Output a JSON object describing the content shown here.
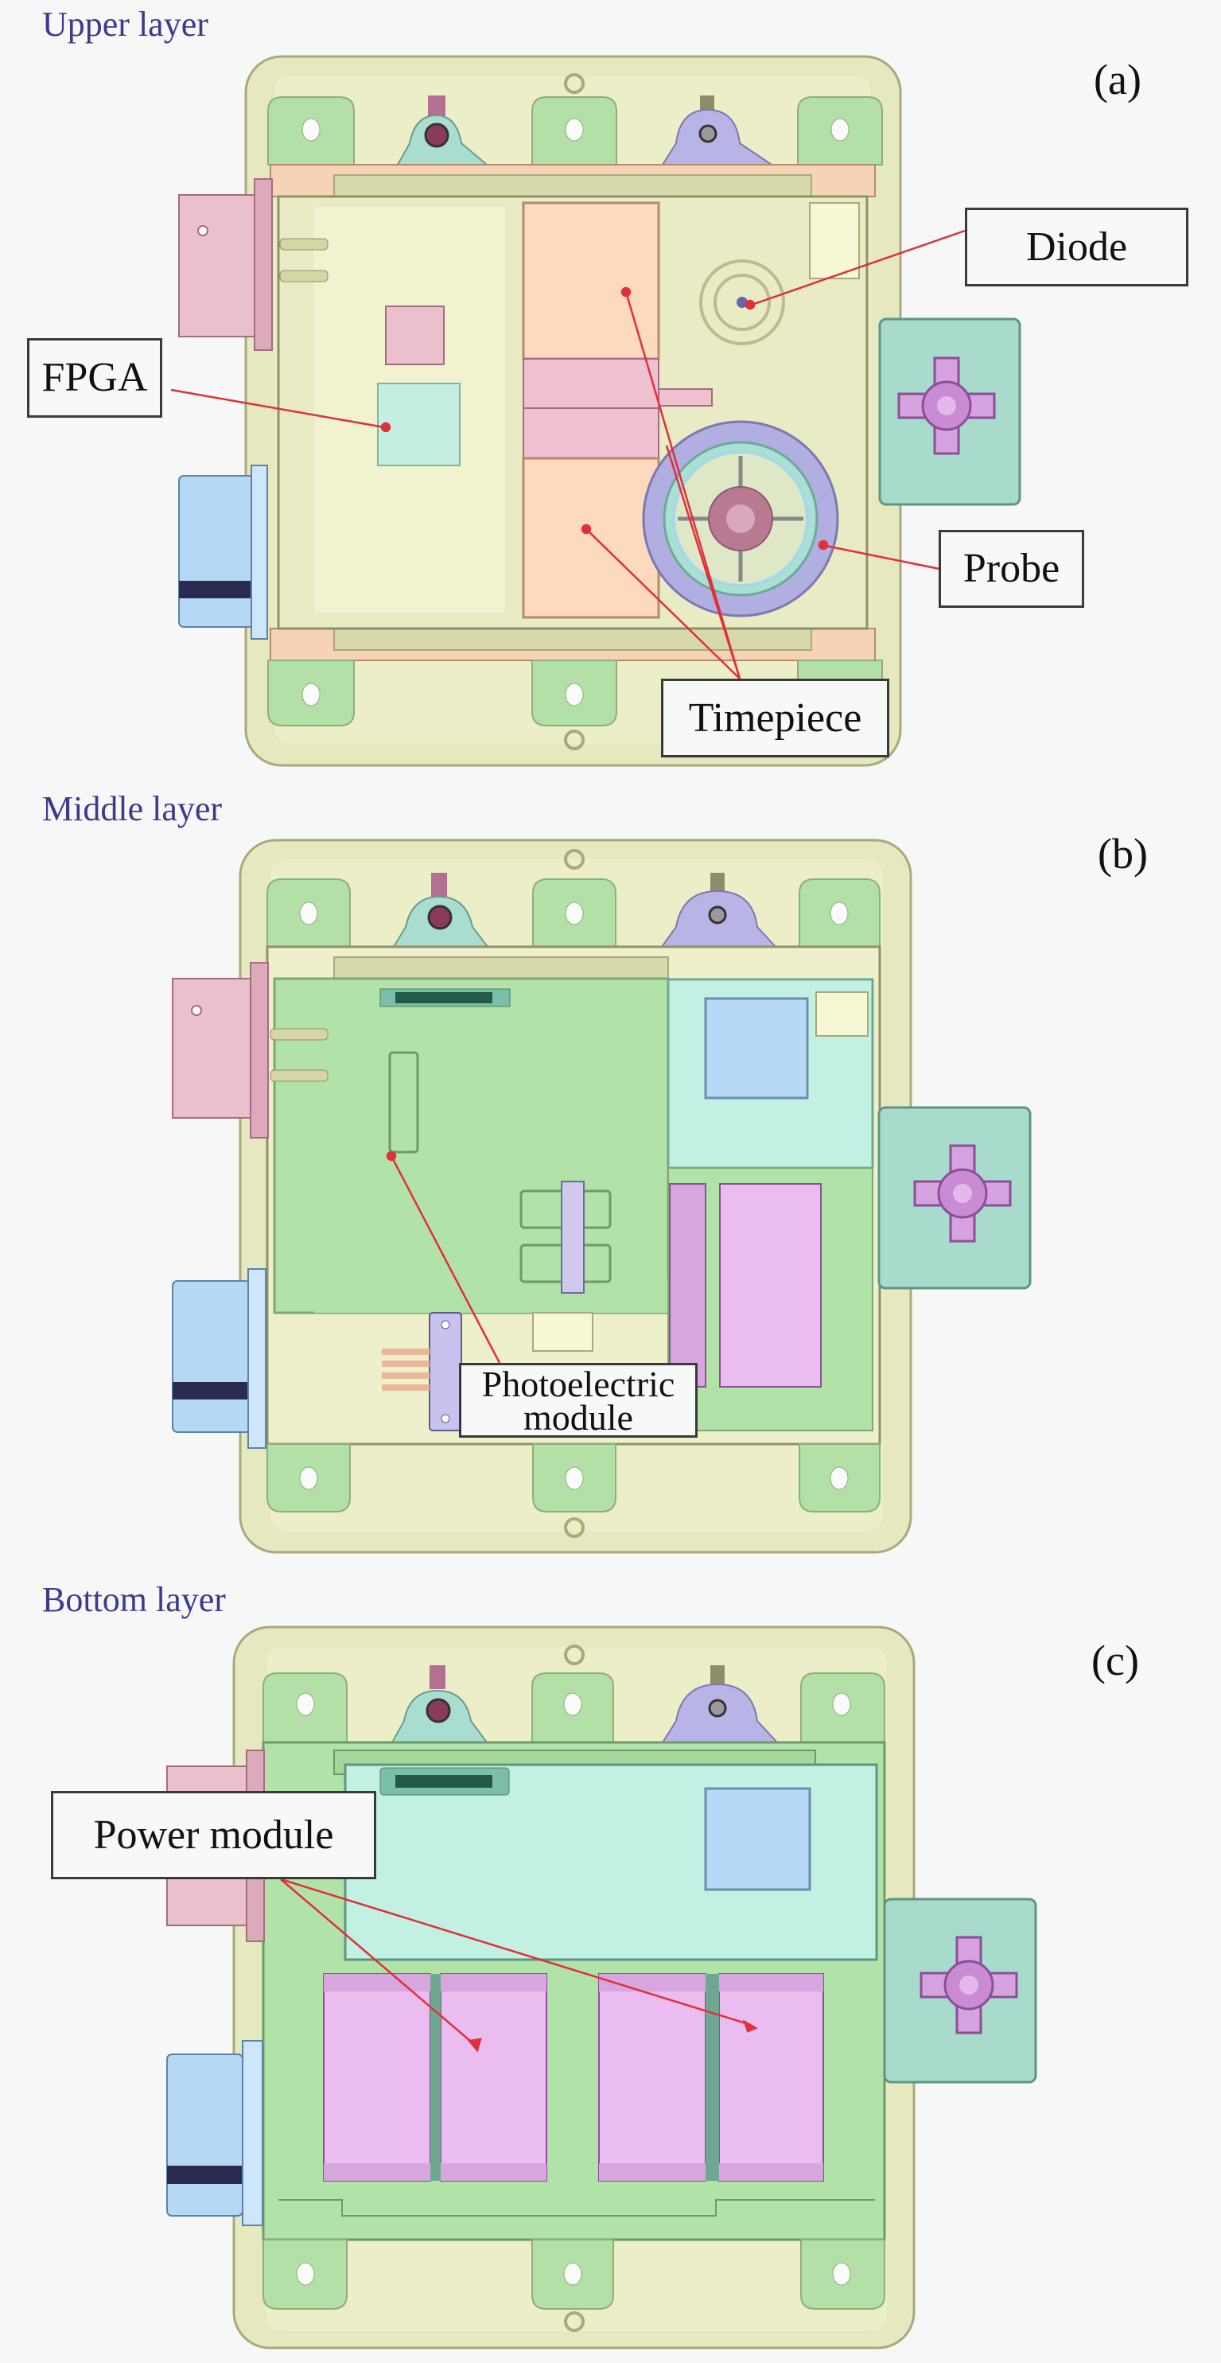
{
  "figure": {
    "panels": [
      {
        "id": "a",
        "layer_title": "Upper layer",
        "panel_letter": "(a)",
        "callouts": [
          {
            "name": "diode",
            "label": "Diode"
          },
          {
            "name": "fpga",
            "label": "FPGA"
          },
          {
            "name": "probe",
            "label": "Probe"
          },
          {
            "name": "timepiece",
            "label": "Timepiece"
          }
        ]
      },
      {
        "id": "b",
        "layer_title": "Middle layer",
        "panel_letter": "(b)",
        "callouts": [
          {
            "name": "photoelectric-module",
            "label_line1": "Photoelectric",
            "label_line2": "module"
          }
        ]
      },
      {
        "id": "c",
        "layer_title": "Bottom layer",
        "panel_letter": "(c)",
        "callouts": [
          {
            "name": "power-module",
            "label": "Power module"
          }
        ]
      }
    ]
  },
  "colors": {
    "page_background": "#f7f7f7",
    "layer_title_text": "#3c3a8f",
    "base_plate": "#e6e8bf",
    "mounting_tab": "#b3e0a6",
    "frame_rail": "#f7d3b5",
    "pcb_green": "#b1e2a8",
    "pcb_teal": "#c2f0e2",
    "component_pink": "#ebbcf0",
    "component_salmon": "#fdd9bd",
    "connector_pink": "#eac0cc",
    "connector_blue": "#b5d8f5",
    "bracket_purple": "#b9b4e6",
    "leader_line": "#e0303a"
  }
}
